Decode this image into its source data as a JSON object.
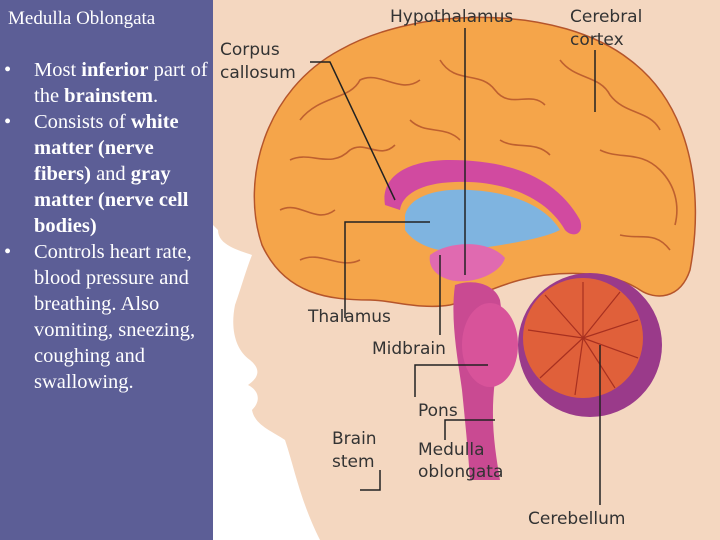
{
  "slide": {
    "title": "Medulla Oblongata",
    "bullets": [
      [
        {
          "t": "Most ",
          "b": false
        },
        {
          "t": "inferior",
          "b": true
        },
        {
          "t": " part of the ",
          "b": false
        },
        {
          "t": "brainstem",
          "b": true
        },
        {
          "t": ".",
          "b": false
        }
      ],
      [
        {
          "t": "Consists of ",
          "b": false
        },
        {
          "t": "white matter (nerve fibers)",
          "b": true
        },
        {
          "t": " and ",
          "b": false
        },
        {
          "t": "gray matter (nerve cell bodies)",
          "b": true
        }
      ],
      [
        {
          "t": "Controls heart rate, blood pressure and breathing. Also vomiting, sneezing, coughing and swallowing.",
          "b": false
        }
      ]
    ]
  },
  "diagram": {
    "labels": {
      "hypothalamus": "Hypothalamus",
      "cerebral_cortex_1": "Cerebral",
      "cerebral_cortex_2": "cortex",
      "corpus_callosum_1": "Corpus",
      "corpus_callosum_2": "callosum",
      "thalamus": "Thalamus",
      "midbrain": "Midbrain",
      "pons": "Pons",
      "brain_stem_1": "Brain",
      "brain_stem_2": "stem",
      "medulla_1": "Medulla",
      "medulla_2": "oblongata",
      "cerebellum": "Cerebellum"
    }
  }
}
